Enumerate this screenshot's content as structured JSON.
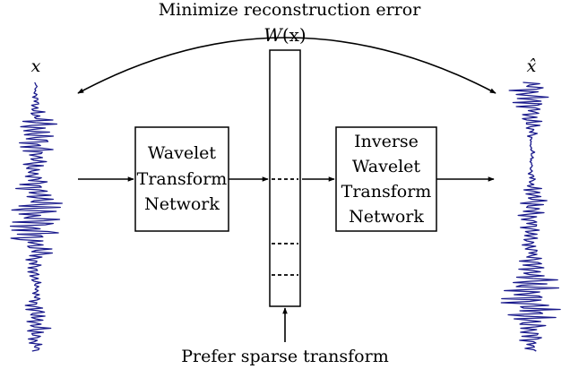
{
  "top_label": "Minimize reconstruction error",
  "bottom_label": "Prefer sparse transform",
  "vector_label_main": "W",
  "vector_label_arg": "(x)",
  "input_signal_label": "x",
  "output_signal_label": "x̂",
  "encoder_lines": [
    "Wavelet",
    "Transform",
    "Network"
  ],
  "decoder_lines": [
    "Inverse",
    "Wavelet",
    "Transform",
    "Network"
  ],
  "colors": {
    "signal": "#1a1a8c",
    "lines": "#000000"
  }
}
